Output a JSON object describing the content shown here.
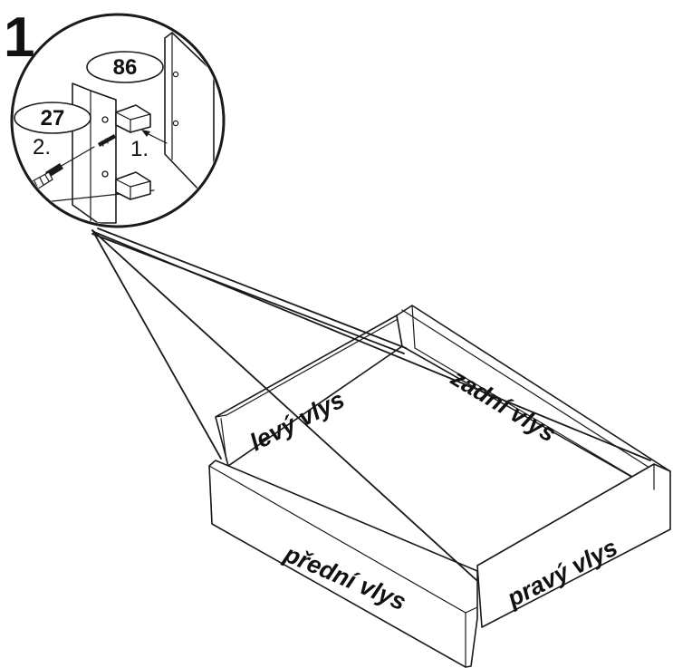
{
  "figure": {
    "step_number": "1",
    "detail": {
      "part_upper": "86",
      "part_lower": "27",
      "substep_1": "1.",
      "substep_2": "2."
    },
    "panels": {
      "left": "levý vlys",
      "back": "zadní vlys",
      "right": "pravý vlys",
      "front": "přední vlys"
    },
    "icons": [
      "screwdriver-icon",
      "rotation-arrow-icon",
      "wooden-dowel-icon",
      "screw-icon"
    ]
  }
}
